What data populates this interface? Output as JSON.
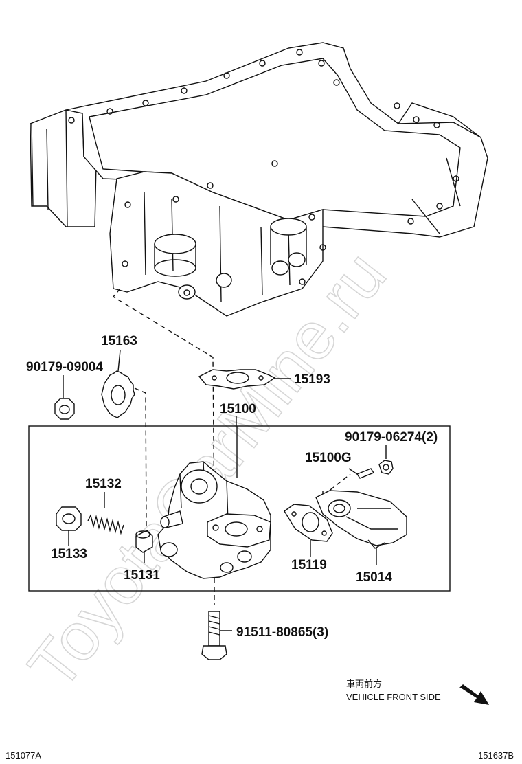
{
  "watermark": "ToyotaCarMine.ru",
  "parts": {
    "p15163": "15163",
    "p90179_09004": "90179-09004",
    "p15193": "15193",
    "p15100": "15100",
    "p90179_06274": "90179-06274(2)",
    "p15100G": "15100G",
    "p15132": "15132",
    "p15133": "15133",
    "p15131": "15131",
    "p15119": "15119",
    "p15014": "15014",
    "p91511_80865": "91511-80865(3)"
  },
  "direction": {
    "jp": "車両前方",
    "en": "VEHICLE FRONT SIDE"
  },
  "codes": {
    "left": "151077A",
    "right": "151637B"
  }
}
